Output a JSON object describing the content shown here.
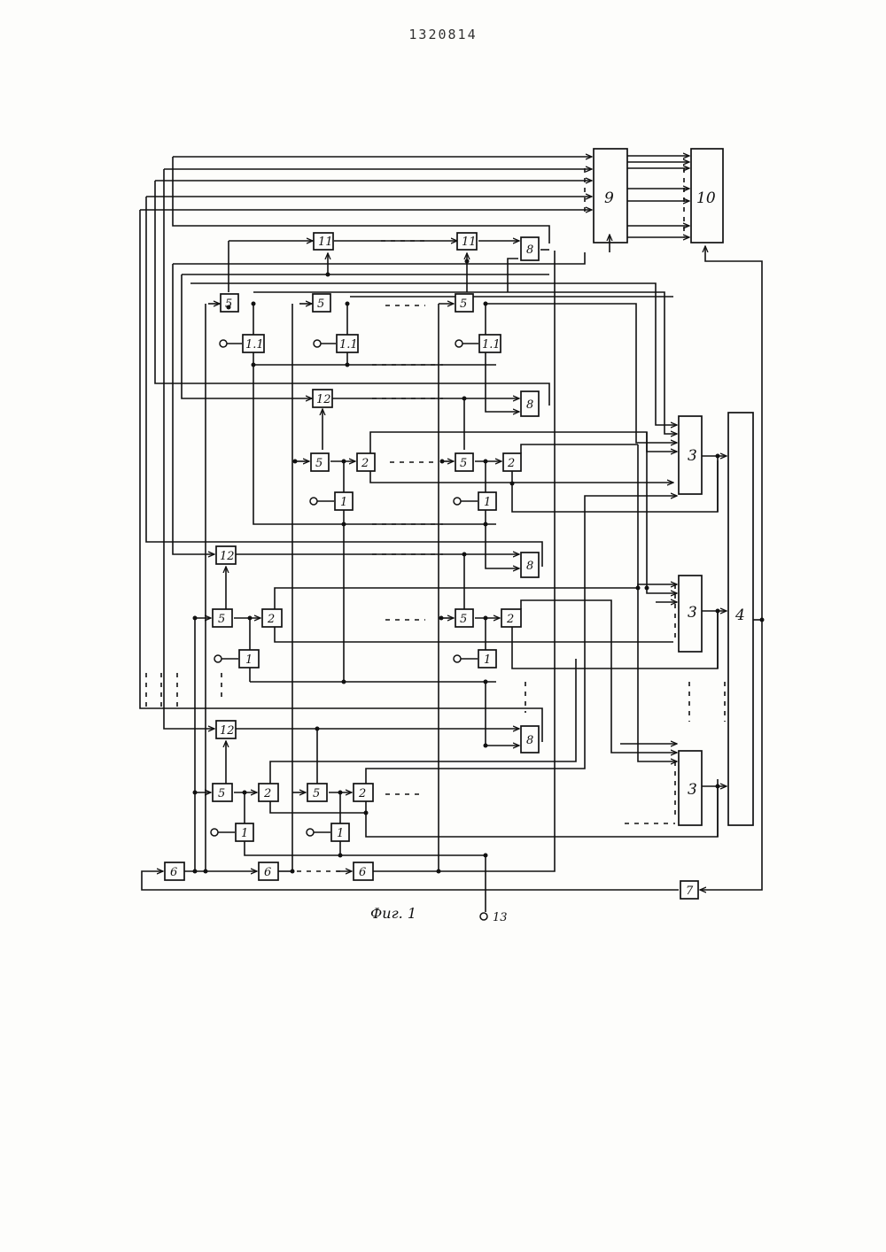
{
  "document": {
    "patent_number": "1320814",
    "figure_caption": "Фиг. 1"
  },
  "labels": {
    "b1": "1",
    "b2": "2",
    "b3": "3",
    "b4": "4",
    "b5": "5",
    "b6": "6",
    "b7": "7",
    "b8": "8",
    "b9": "9",
    "b10": "10",
    "b11": "11",
    "b12": "12",
    "b1_1": "1.1",
    "t13": "13"
  }
}
